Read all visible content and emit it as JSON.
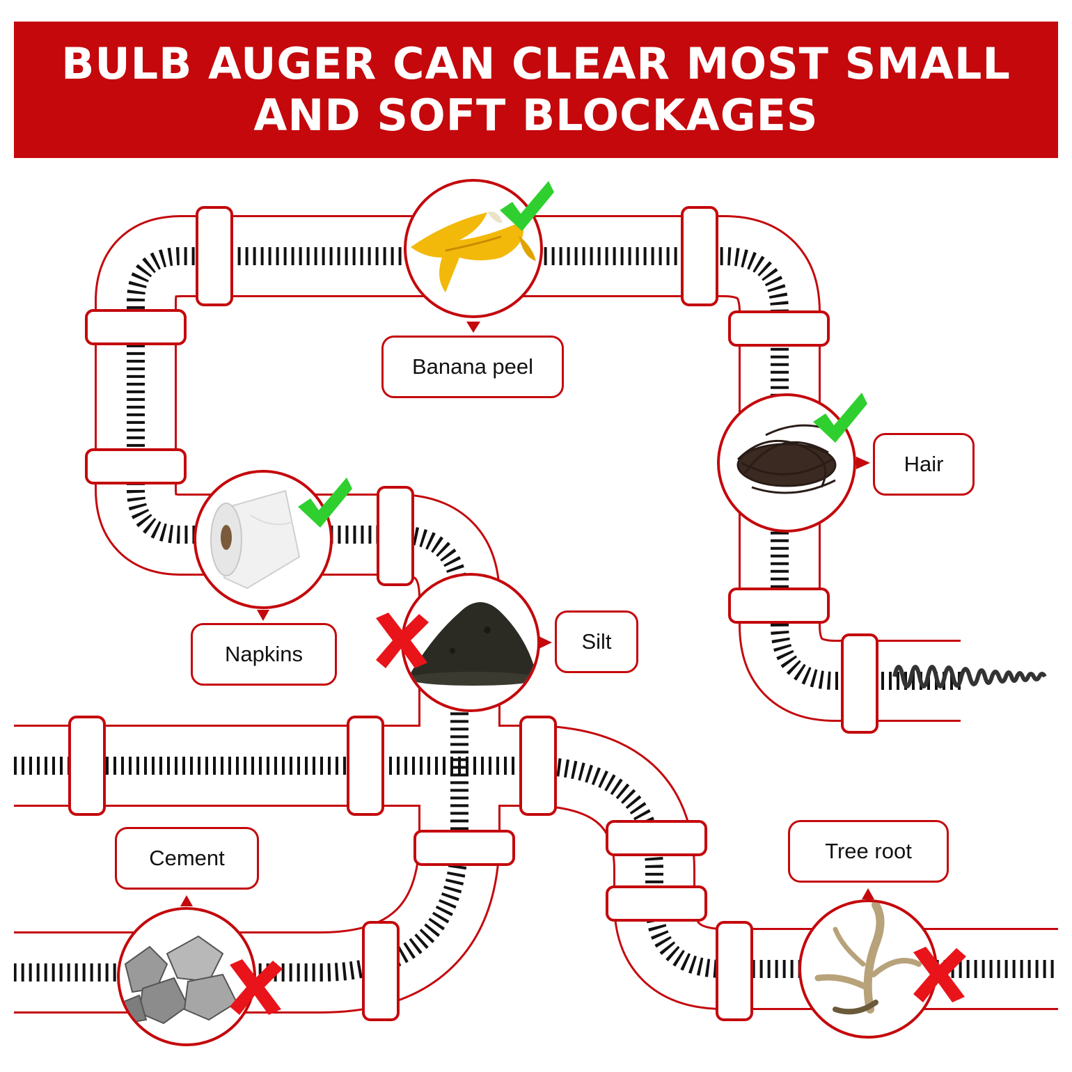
{
  "title": {
    "line1": "BULB AUGER CAN CLEAR MOST SMALL",
    "line2": "AND SOFT BLOCKAGES"
  },
  "colors": {
    "brand_red": "#c4080c",
    "check_green": "#2fcf2f",
    "cross_red": "#e8141a",
    "dash_black": "#111111"
  },
  "items": [
    {
      "key": "banana",
      "label": "Banana peel",
      "status": "clears",
      "status_icon": "green-check-icon"
    },
    {
      "key": "hair",
      "label": "Hair",
      "status": "clears",
      "status_icon": "green-check-icon"
    },
    {
      "key": "napkins",
      "label": "Napkins",
      "status": "clears",
      "status_icon": "green-check-icon"
    },
    {
      "key": "silt",
      "label": "Silt",
      "status": "does-not-clear",
      "status_icon": "red-cross-icon"
    },
    {
      "key": "cement",
      "label": "Cement",
      "status": "does-not-clear",
      "status_icon": "red-cross-icon"
    },
    {
      "key": "tree_root",
      "label": "Tree root",
      "status": "does-not-clear",
      "status_icon": "red-cross-icon"
    }
  ]
}
